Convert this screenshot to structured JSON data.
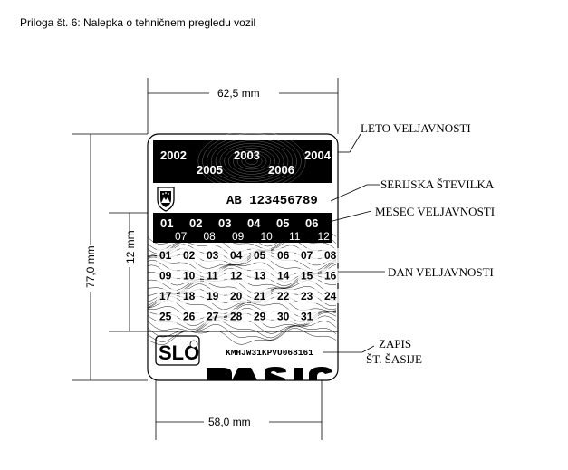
{
  "caption": "Priloga št. 6: Nalepka o tehničnem pregledu vozil",
  "dimensions": {
    "top_width": "62,5 mm",
    "bottom_width": "58,0 mm",
    "height": "77,0 mm",
    "inner_height": "12 mm"
  },
  "labels": {
    "leto": "LETO VELJAVNOSTI",
    "serijska": "SERIJSKA ŠTEVILKA",
    "mesec": "MESEC  VELJAVNOSTI",
    "dan": "DAN  VELJAVNOSTI",
    "zapis_line1": "ZAPIS",
    "zapis_line2": "ŠT. ŠASIJE"
  },
  "sticker": {
    "years_top": [
      "2002",
      "2003",
      "2004"
    ],
    "years_bottom": [
      "2005",
      "2006"
    ],
    "serial": "AB 123456789",
    "months_top": [
      "01",
      "02",
      "03",
      "04",
      "05",
      "06"
    ],
    "months_bottom": [
      "07",
      "08",
      "09",
      "10",
      "11",
      "12"
    ],
    "days": [
      [
        "01",
        "02",
        "03",
        "04",
        "05",
        "06",
        "07",
        "08"
      ],
      [
        "09",
        "10",
        "11",
        "12",
        "13",
        "14",
        "15",
        "16"
      ],
      [
        "17",
        "18",
        "19",
        "20",
        "21",
        "22",
        "23",
        "24"
      ],
      [
        "25",
        "26",
        "27",
        "28",
        "29",
        "30",
        "31"
      ]
    ],
    "logo_text": "SLO",
    "vin": "KMHJW31KPVU068161"
  }
}
